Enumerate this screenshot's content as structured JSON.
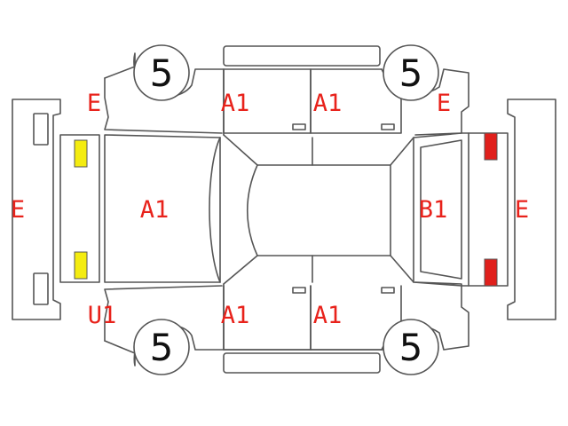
{
  "colors": {
    "grade_text": "#e8221b",
    "outline": "#555555",
    "indicator_yellow": "#f4ec10",
    "indicator_red": "#e0201c",
    "tire_text": "#111111"
  },
  "tires": {
    "front_left": "5",
    "front_right": "5",
    "rear_left": "5",
    "rear_right": "5"
  },
  "grades": {
    "front_bumper": "E",
    "rear_bumper": "E",
    "front_left_fender": "E",
    "front_right_fender": "E",
    "hood": "A1",
    "roof": "",
    "tailgate": "B1",
    "front_left_door": "A1",
    "rear_left_door": "A1",
    "front_right_door": "A1",
    "rear_right_door": "A1",
    "front_right_fender_lower": "U1"
  }
}
